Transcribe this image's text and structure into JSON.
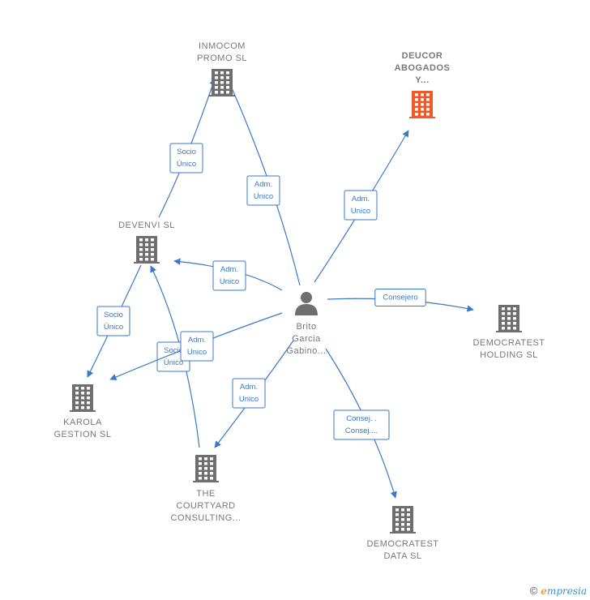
{
  "colors": {
    "edge": "#3a78c9",
    "building": "#6e6e6e",
    "building_highlight": "#f05a28",
    "person": "#6e6e6e"
  },
  "nodes": [
    {
      "id": "inmocom",
      "type": "company",
      "lines": [
        "INMOCOM",
        "PROMO  SL"
      ]
    },
    {
      "id": "deucor",
      "type": "company",
      "highlight": true,
      "lines": [
        "DEUCOR",
        "ABOGADOS",
        "Y..."
      ]
    },
    {
      "id": "devenvi",
      "type": "company",
      "lines": [
        "DEVENVI  SL"
      ]
    },
    {
      "id": "brito",
      "type": "person",
      "lines": [
        "Brito",
        "Garcia",
        "Gabino..."
      ]
    },
    {
      "id": "democratest_holding",
      "type": "company",
      "lines": [
        "DEMOCRATEST",
        "HOLDING  SL"
      ]
    },
    {
      "id": "karola",
      "type": "company",
      "lines": [
        "KAROLA",
        "GESTION  SL"
      ]
    },
    {
      "id": "courtyard",
      "type": "company",
      "lines": [
        "THE",
        "COURTYARD",
        "CONSULTING..."
      ]
    },
    {
      "id": "democratest_data",
      "type": "company",
      "lines": [
        "DEMOCRATEST",
        "DATA  SL"
      ]
    }
  ],
  "edges": [
    {
      "id": "e1",
      "from": "devenvi",
      "to": "inmocom",
      "label": [
        "Socio",
        "Único"
      ]
    },
    {
      "id": "e2",
      "from": "brito",
      "to": "inmocom",
      "label": [
        "Adm.",
        "Unico"
      ]
    },
    {
      "id": "e3",
      "from": "brito",
      "to": "deucor",
      "label": [
        "Adm.",
        "Unico"
      ]
    },
    {
      "id": "e4",
      "from": "brito",
      "to": "devenvi",
      "label": [
        "Adm.",
        "Unico"
      ]
    },
    {
      "id": "e5",
      "from": "brito",
      "to": "democratest_holding",
      "label": [
        "Consejero"
      ]
    },
    {
      "id": "e6",
      "from": "devenvi",
      "to": "karola",
      "label": [
        "Socio",
        "Único"
      ]
    },
    {
      "id": "e7",
      "from": "courtyard",
      "to": "devenvi",
      "label": [
        "Socio",
        "Único"
      ]
    },
    {
      "id": "e8",
      "from": "brito",
      "to": "karola",
      "label": [
        "Adm.",
        "Unico"
      ]
    },
    {
      "id": "e9",
      "from": "brito",
      "to": "courtyard",
      "label": [
        "Adm.",
        "Unico"
      ]
    },
    {
      "id": "e10",
      "from": "brito",
      "to": "democratest_data",
      "label": [
        "Consej. .",
        "Consej...."
      ]
    }
  ],
  "footer": {
    "copyright": "©",
    "brand_initial": "e",
    "brand_rest": "mpresia"
  }
}
